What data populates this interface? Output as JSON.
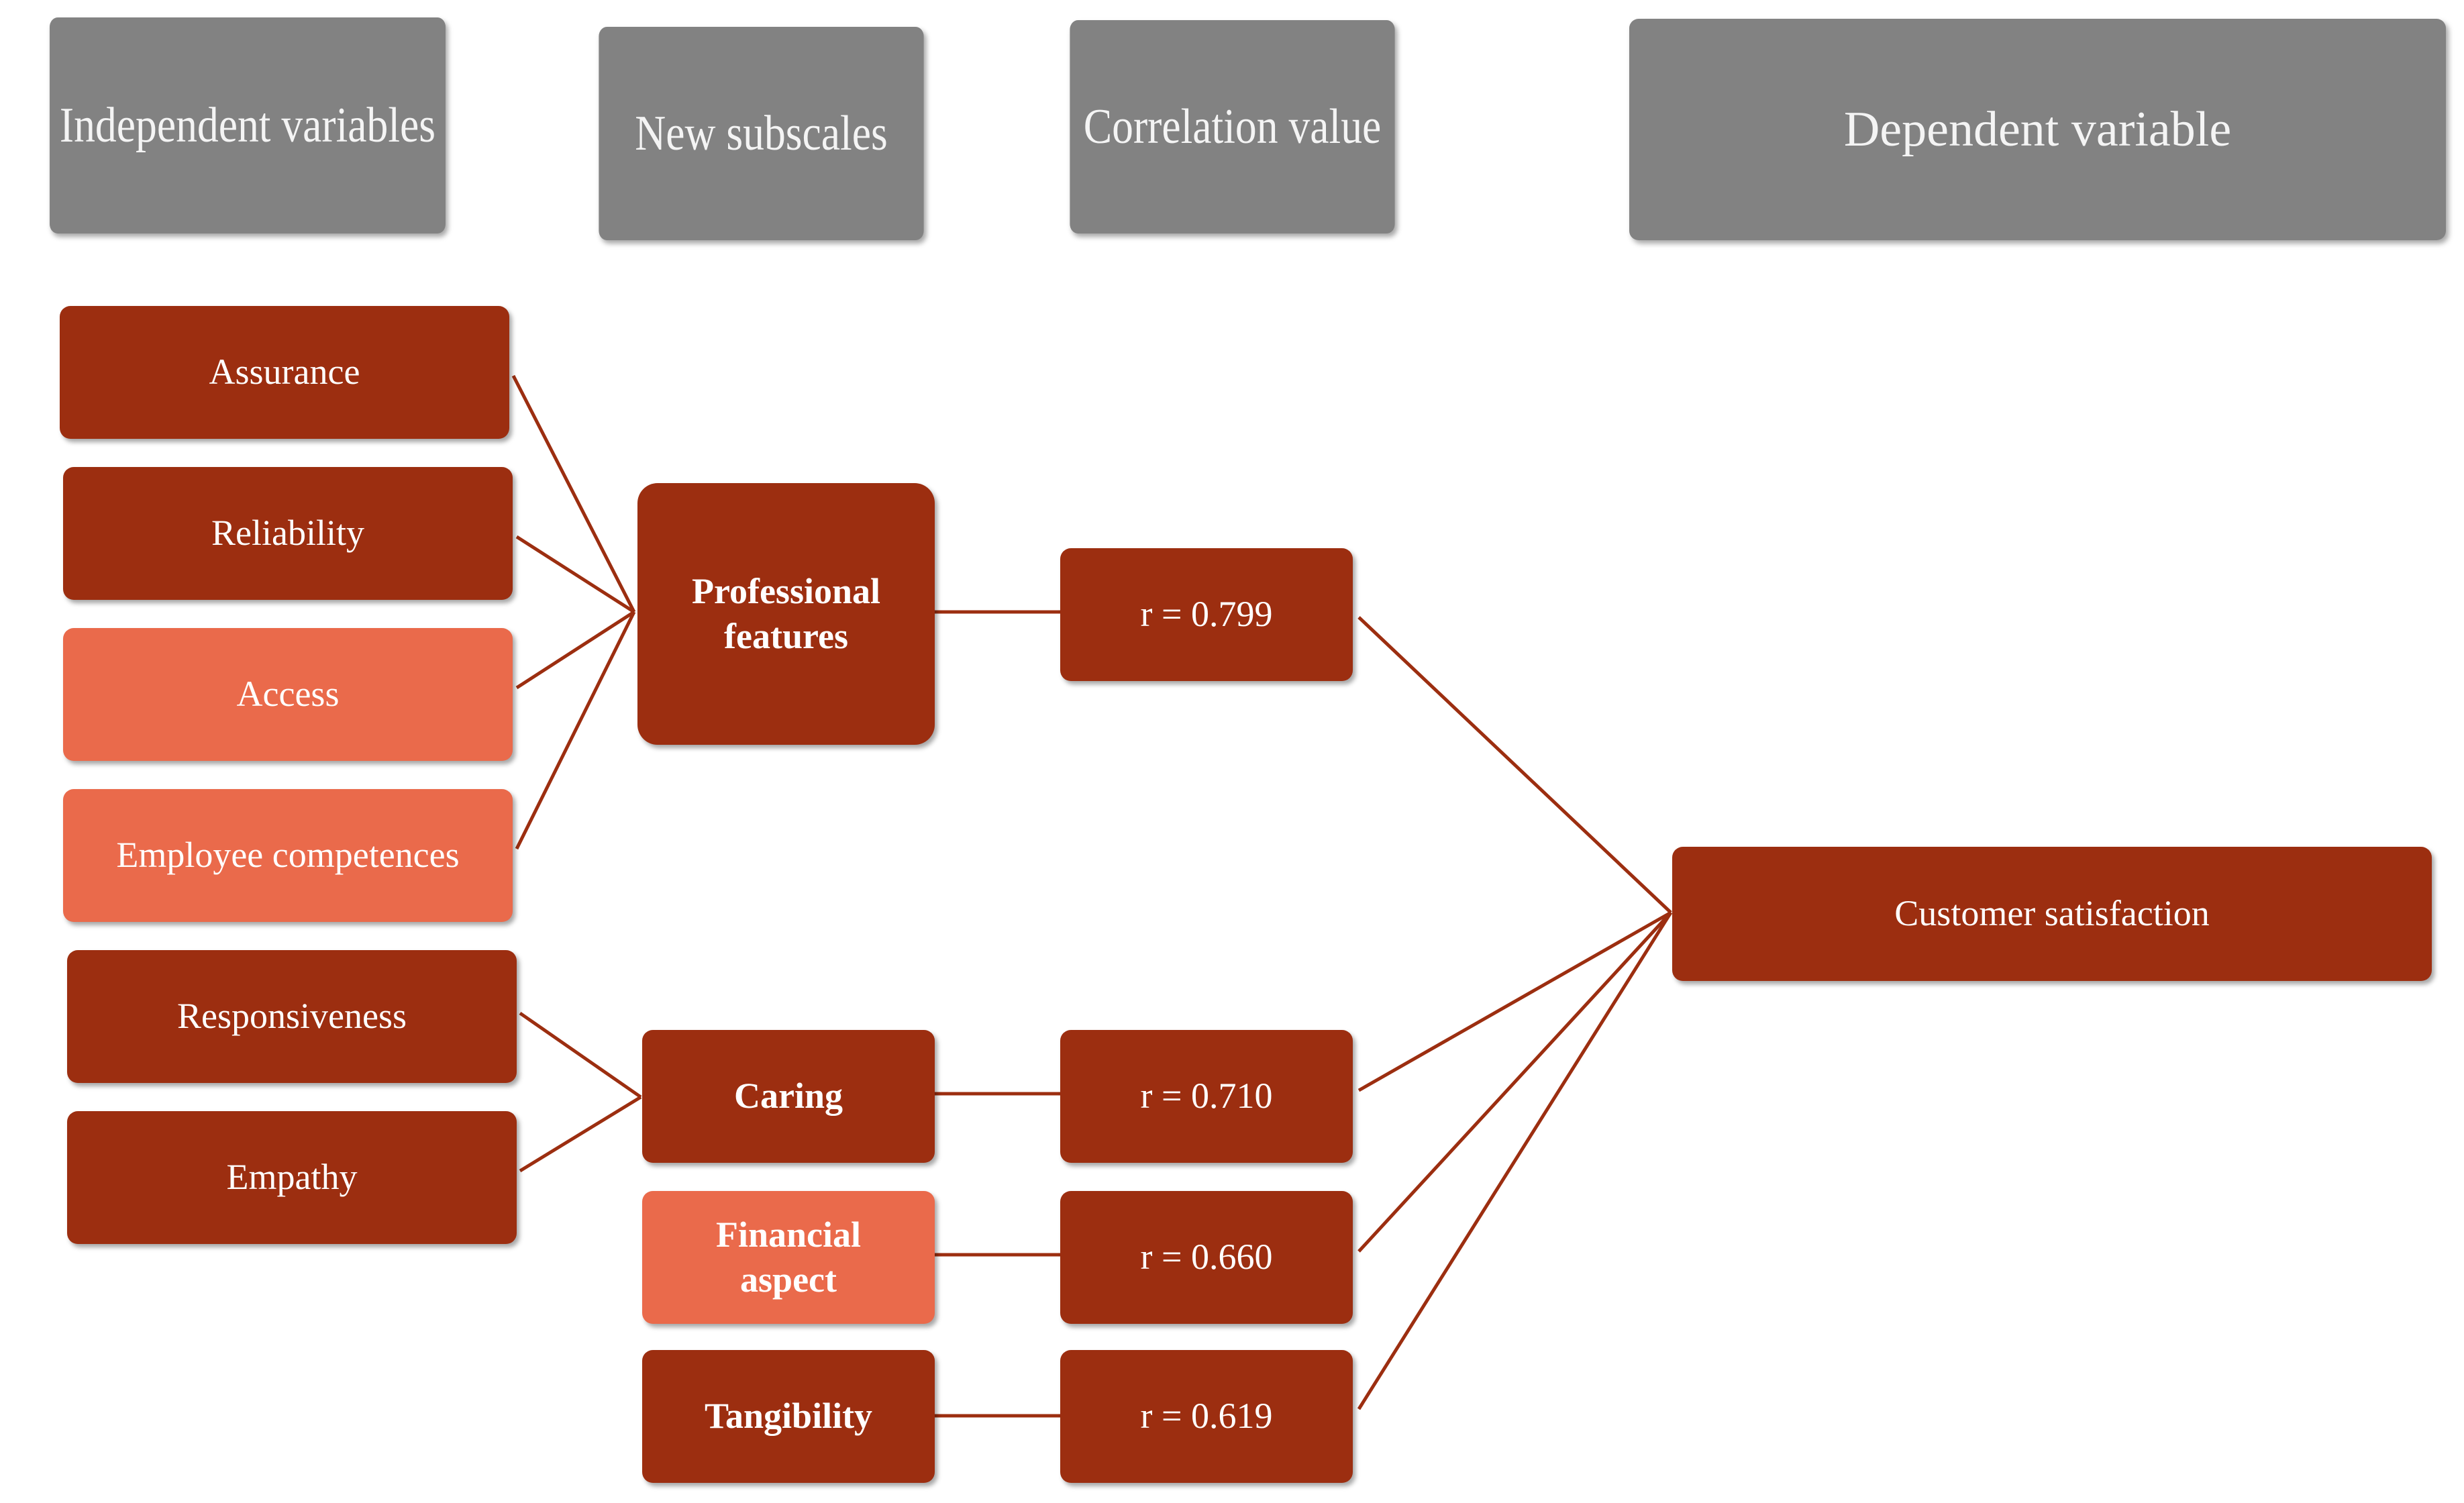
{
  "headers": {
    "independent": "Independent variables",
    "subscales": "New subscales",
    "correlation": "Correlation value",
    "dependent": "Dependent variable"
  },
  "independent_variables": [
    {
      "label": "Assurance",
      "shade": "dark"
    },
    {
      "label": "Reliability",
      "shade": "dark"
    },
    {
      "label": "Access",
      "shade": "light"
    },
    {
      "label": "Employee competences",
      "shade": "light"
    },
    {
      "label": "Responsiveness",
      "shade": "dark"
    },
    {
      "label": "Empathy",
      "shade": "dark"
    }
  ],
  "subscales": [
    {
      "label": "Professional features",
      "shade": "dark"
    },
    {
      "label": "Caring",
      "shade": "dark"
    },
    {
      "label": "Financial aspect",
      "shade": "light"
    },
    {
      "label": "Tangibility",
      "shade": "dark"
    }
  ],
  "correlations": [
    "r = 0.799",
    "r = 0.710",
    "r = 0.660",
    "r = 0.619"
  ],
  "dependent_variable": "Customer satisfaction",
  "colors": {
    "dark": "#9c2e10",
    "light": "#ea6a4b",
    "header": "#828282",
    "line": "#9c2e10"
  }
}
